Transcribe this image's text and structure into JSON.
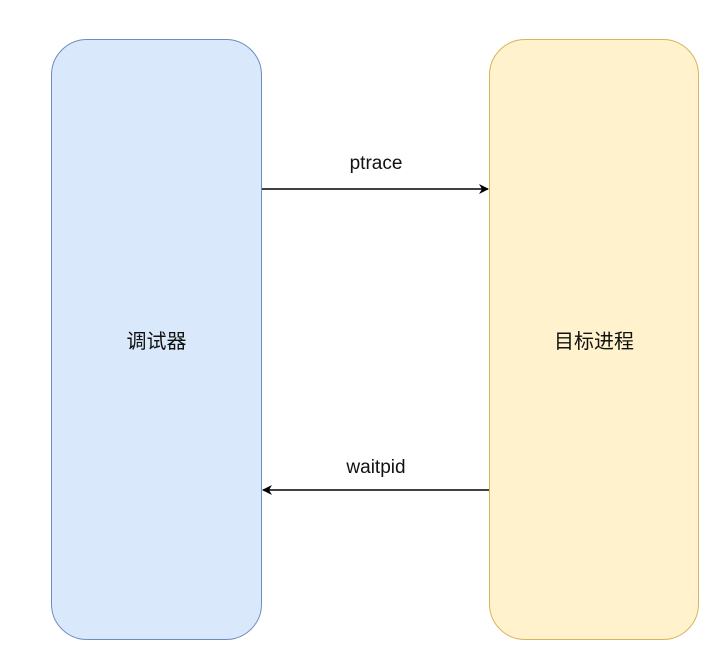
{
  "diagram": {
    "nodes": {
      "debugger": {
        "label": "调试器",
        "fill": "#dae8fc",
        "stroke": "#6c8ebf"
      },
      "target": {
        "label": "目标进程",
        "fill": "#fff2cc",
        "stroke": "#d6b656"
      }
    },
    "edges": {
      "ptrace": {
        "label": "ptrace",
        "from": "debugger",
        "to": "target"
      },
      "waitpid": {
        "label": "waitpid",
        "from": "target",
        "to": "debugger"
      }
    }
  }
}
